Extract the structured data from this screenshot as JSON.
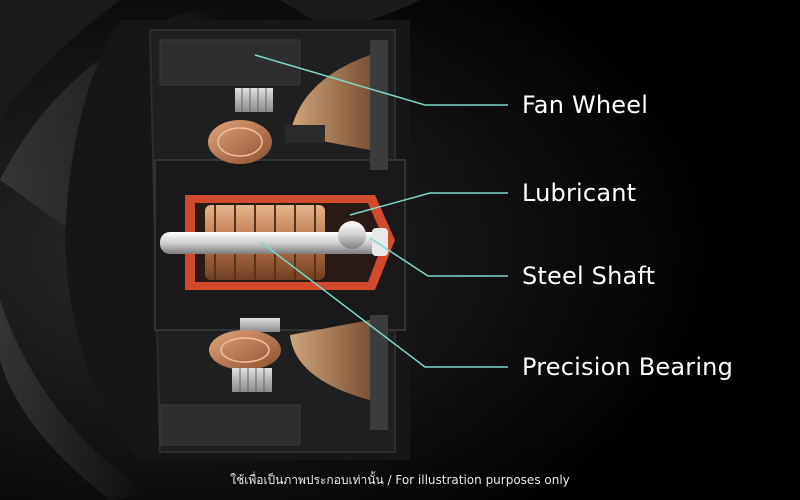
{
  "labels": {
    "fan_wheel": "Fan Wheel",
    "lubricant": "Lubricant",
    "steel_shaft": "Steel Shaft",
    "precision_bearing": "Precision Bearing"
  },
  "footnote": "ใช้เพื่อเป็นภาพประกอบเท่านั้น / For illustration purposes only",
  "colors": {
    "background": "#000000",
    "housing": "#1c1c1c",
    "leader_line": "#7fd6cc",
    "lubricant": "#d24a2c",
    "copper": "#b8744a",
    "shaft": "#d9d9d9",
    "label_text": "#ffffff"
  }
}
